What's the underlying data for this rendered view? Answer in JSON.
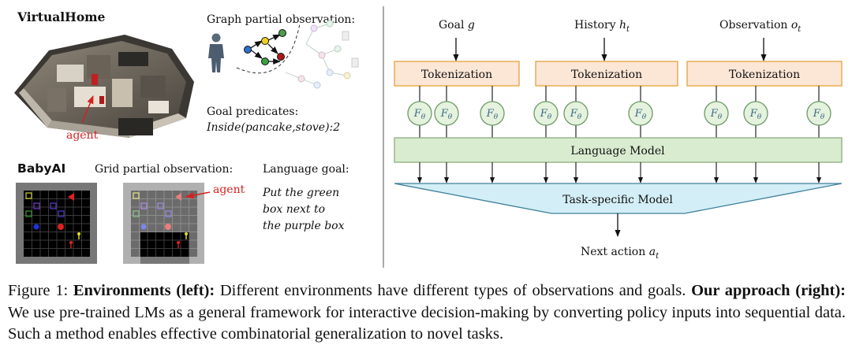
{
  "left": {
    "virtualhome_title": "VirtualHome",
    "agent_label": "agent",
    "graph_obs_label": "Graph partial observation:",
    "goal_predicates_label": "Goal predicates:",
    "goal_predicates_value": "Inside(pancake,stove):2",
    "babyai_title": "BabyAI",
    "grid_obs_label": "Grid partial observation:",
    "grid_agent_label": "agent",
    "language_goal_label": "Language goal:",
    "language_goal_lines": [
      "Put the green",
      "box next to",
      "the purple box"
    ]
  },
  "right": {
    "inputs": [
      {
        "label": "Goal",
        "symbol": "g",
        "sub": ""
      },
      {
        "label": "History",
        "symbol": "h",
        "sub": "t"
      },
      {
        "label": "Observation",
        "symbol": "o",
        "sub": "t"
      }
    ],
    "tokenization_label": "Tokenization",
    "f_symbol": "F",
    "f_sub": "θ",
    "language_model_label": "Language Model",
    "task_model_label": "Task-specific Model",
    "next_action_label": "Next action",
    "next_action_symbol": "a",
    "next_action_sub": "t"
  },
  "colors": {
    "tokenization_fill": "#fce6d6",
    "tokenization_border": "#e3a33c",
    "f_fill": "#e4f2de",
    "f_border": "#6e9b66",
    "lm_fill": "#d9ecd0",
    "lm_border": "#8aae7c",
    "task_fill": "#d3eef6",
    "task_border": "#3f7f9a",
    "agent_red": "#d62020"
  },
  "caption": {
    "fig_label": "Figure 1:",
    "envs_bold": "Environments (left):",
    "envs_text": "Different environments have different types of observations and goals.",
    "approach_bold": "Our approach (right):",
    "approach_text": "We use pre-trained LMs as a general framework for interactive decision-making by converting policy inputs into sequential data. Such a method enables effective combinatorial generalization to novel tasks."
  }
}
